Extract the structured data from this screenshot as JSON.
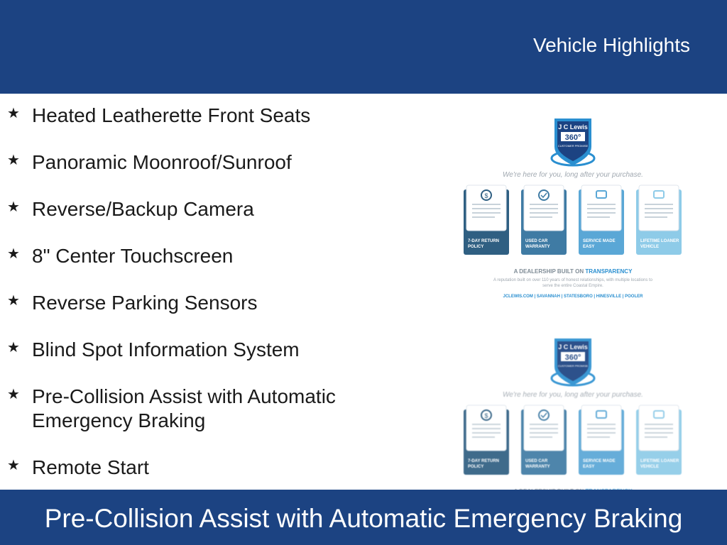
{
  "header": {
    "title": "Vehicle Highlights"
  },
  "features": [
    {
      "icon": "star-icon",
      "label": "Heated Leatherette Front Seats"
    },
    {
      "icon": "star-icon",
      "label": "Panoramic Moonroof/Sunroof"
    },
    {
      "icon": "star-icon",
      "label": "Reverse/Backup Camera"
    },
    {
      "icon": "star-icon",
      "label": "8\" Center Touchscreen"
    },
    {
      "icon": "star-icon",
      "label": "Reverse Parking Sensors"
    },
    {
      "icon": "star-icon",
      "label": "Blind Spot Information System"
    },
    {
      "icon": "star-icon",
      "label": "Pre-Collision Assist with Automatic Emergency Braking"
    },
    {
      "icon": "star-icon",
      "label": "Remote Start"
    }
  ],
  "promo": {
    "badge_brand": "J C Lewis",
    "badge_number": "360°",
    "badge_sub": "CUSTOMER PROMISE",
    "tagline": "We're here for you, long after your purchase.",
    "cards": [
      {
        "label_line1": "7-DAY RETURN",
        "label_line2": "POLICY",
        "color": "#2f5f82"
      },
      {
        "label_line1": "USED CAR",
        "label_line2": "WARRANTY",
        "color": "#3f7ba4"
      },
      {
        "label_line1": "SERVICE MADE",
        "label_line2": "EASY",
        "color": "#5aa7d6"
      },
      {
        "label_line1": "LIFETIME LOANER",
        "label_line2": "VEHICLE",
        "color": "#8ecbe8"
      }
    ],
    "footer_heading": "A DEALERSHIP BUILT ON",
    "footer_heading_accent": "TRANSPARENCY",
    "footer_line1": "A reputation built on over 110 years of honest relationships, with multiple locations to",
    "footer_line2": "serve the entire Coastal Empire.",
    "locations": "JCLEWIS.COM | SAVANNAH | STATESBORO | HINESVILLE | POOLER"
  },
  "colors": {
    "brand_blue": "#1c4382",
    "accent_blue": "#2a8fd0"
  },
  "footer": {
    "caption": "Pre-Collision Assist with Automatic Emergency Braking"
  }
}
